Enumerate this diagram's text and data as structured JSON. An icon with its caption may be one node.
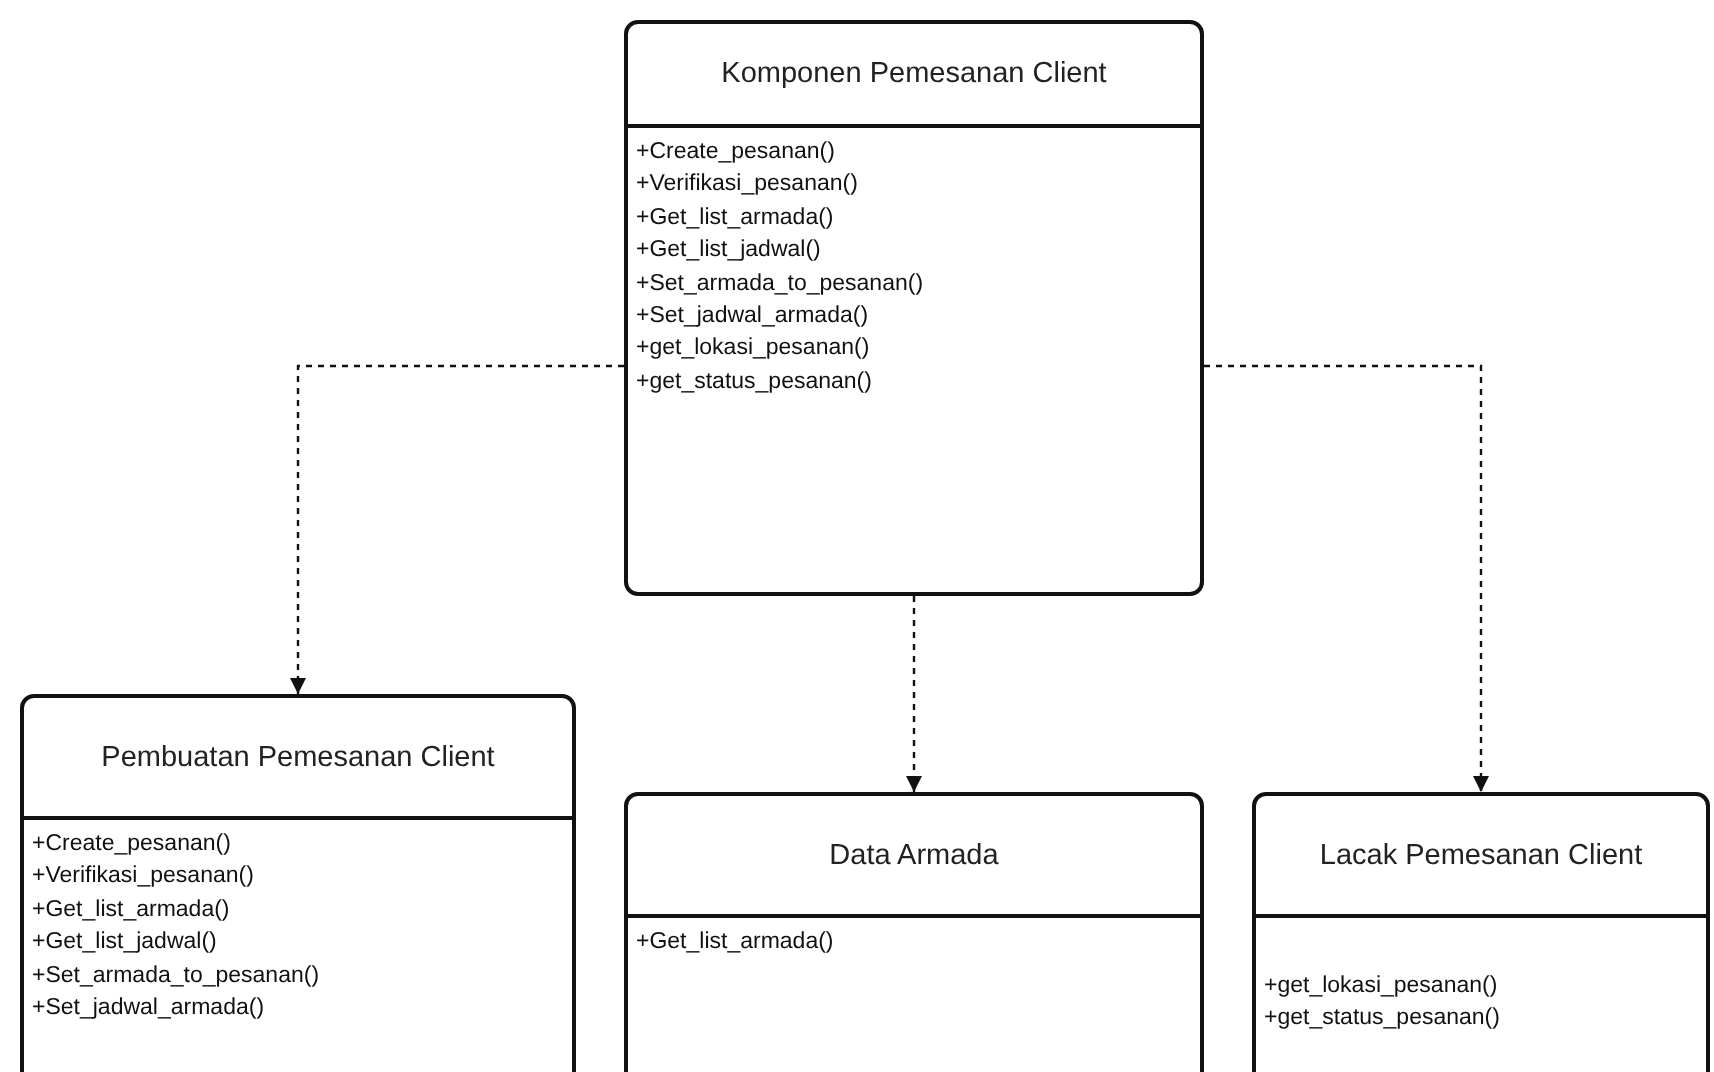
{
  "diagram": {
    "nodes": [
      {
        "text": [
          "Komponen Pemesanan Client",
          "+Create_pesanan()",
          "+Verifikasi_pesanan()",
          "+Get_list_armada()",
          "+Get_list_jadwal()",
          "+Set_armada_to_pesanan()",
          "+Set_jadwal_armada()",
          "+get_lokasi_pesanan()",
          "+get_status_pesanan()"
        ]
      },
      {
        "text": [
          "Pembuatan Pemesanan Client",
          "+Create_pesanan()",
          "+Verifikasi_pesanan()",
          "+Get_list_armada()",
          "+Get_list_jadwal()",
          "+Set_armada_to_pesanan()",
          "+Set_jadwal_armada()"
        ]
      },
      {
        "text": [
          "Data Armada",
          "+Get_list_armada()"
        ]
      },
      {
        "text": [
          "Lacak Pemesanan Client",
          "+get_lokasi_pesanan()",
          "+get_status_pesanan()"
        ]
      }
    ],
    "edges": [
      {
        "from": 0,
        "to": 1,
        "arrow": "to",
        "style": "dashed"
      },
      {
        "from": 0,
        "to": 2,
        "arrow": "to",
        "style": "dashed"
      },
      {
        "from": 0,
        "to": 3,
        "arrow": "to",
        "style": "dashed"
      }
    ]
  }
}
